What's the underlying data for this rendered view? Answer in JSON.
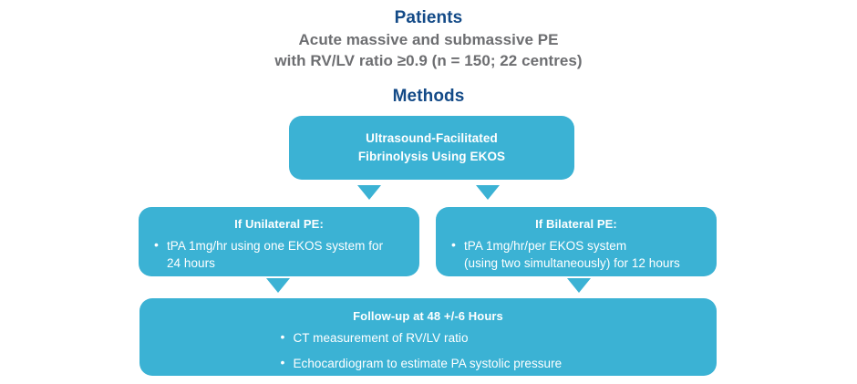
{
  "sections": {
    "patients": {
      "title": "Patients",
      "line1": "Acute massive and submassive PE",
      "line2": "with RV/LV ratio ≥0.9 (n = 150; 22 centres)"
    },
    "methods": {
      "title": "Methods"
    }
  },
  "boxes": {
    "intervention": {
      "line1": "Ultrasound-Facilitated",
      "line2": "Fibrinolysis Using EKOS"
    },
    "unilateral": {
      "heading": "If Unilateral PE:",
      "bullets": [
        {
          "line1": "tPA 1mg/hr using one EKOS system for",
          "line2": "24 hours"
        }
      ]
    },
    "bilateral": {
      "heading": "If Bilateral PE:",
      "bullets": [
        {
          "line1": "tPA 1mg/hr/per EKOS system",
          "line2": "(using two simultaneously) for 12 hours"
        }
      ]
    },
    "followup": {
      "heading": "Follow-up at 48 +/-6 Hours",
      "bullets": [
        {
          "line1": "CT measurement of RV/LV ratio",
          "line2": ""
        },
        {
          "line1": "Echocardiogram to estimate PA systolic pressure",
          "line2": ""
        }
      ]
    }
  },
  "connectors": [
    {
      "name": "methods-to-unilateral",
      "icon": "arrow-down-icon"
    },
    {
      "name": "methods-to-bilateral",
      "icon": "arrow-down-icon"
    },
    {
      "name": "unilateral-to-followup",
      "icon": "arrow-down-icon"
    },
    {
      "name": "bilateral-to-followup",
      "icon": "arrow-down-icon"
    }
  ],
  "colors": {
    "box_fill": "#3bb2d4",
    "heading_navy": "#134a87",
    "subtitle_gray": "#6d6e71",
    "box_text": "#ffffff",
    "background": "#ffffff"
  }
}
